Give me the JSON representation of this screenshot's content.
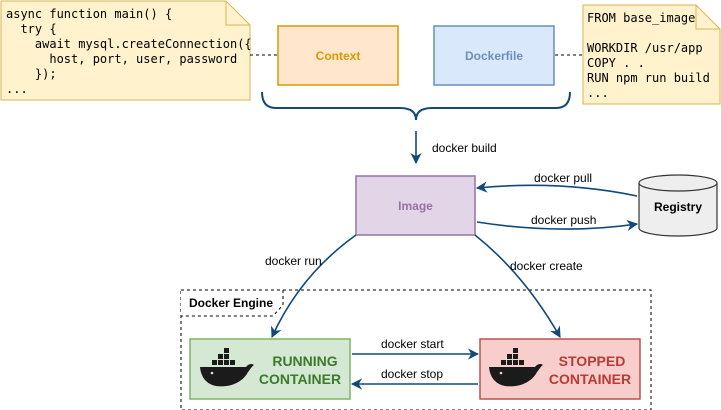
{
  "code_notes": {
    "left": [
      "async function main() {",
      "  try {",
      "    await mysql.createConnection({",
      "      host, port, user, password",
      "    });",
      "..."
    ],
    "right": [
      "FROM base_image",
      "",
      "WORKDIR /usr/app",
      "COPY . .",
      "RUN npm run build",
      "..."
    ]
  },
  "nodes": {
    "context": "Context",
    "dockerfile": "Dockerfile",
    "image": "Image",
    "registry": "Registry",
    "engine": "Docker Engine",
    "running": [
      "RUNNING",
      "CONTAINER"
    ],
    "stopped": [
      "STOPPED",
      "CONTAINER"
    ]
  },
  "edges": {
    "build": "docker build",
    "pull": "docker pull",
    "push": "docker push",
    "run": "docker run",
    "create": "docker create",
    "start": "docker start",
    "stop": "docker stop"
  },
  "colors": {
    "context_fill": "#ffe6cc",
    "context_stroke": "#d79b00",
    "dockerfile_fill": "#dae8fc",
    "dockerfile_stroke": "#6c8ebf",
    "image_fill": "#e1d5e7",
    "image_stroke": "#9673a6",
    "running_fill": "#d5e8d4",
    "running_stroke": "#82b366",
    "running_text": "#3a7a2a",
    "stopped_fill": "#f8cecc",
    "stopped_stroke": "#b85450",
    "stopped_text": "#b83b35",
    "note_fill": "#fff2cc",
    "note_stroke": "#d6b656",
    "arrow": "#10497a",
    "whale": "#1b1b1b"
  }
}
